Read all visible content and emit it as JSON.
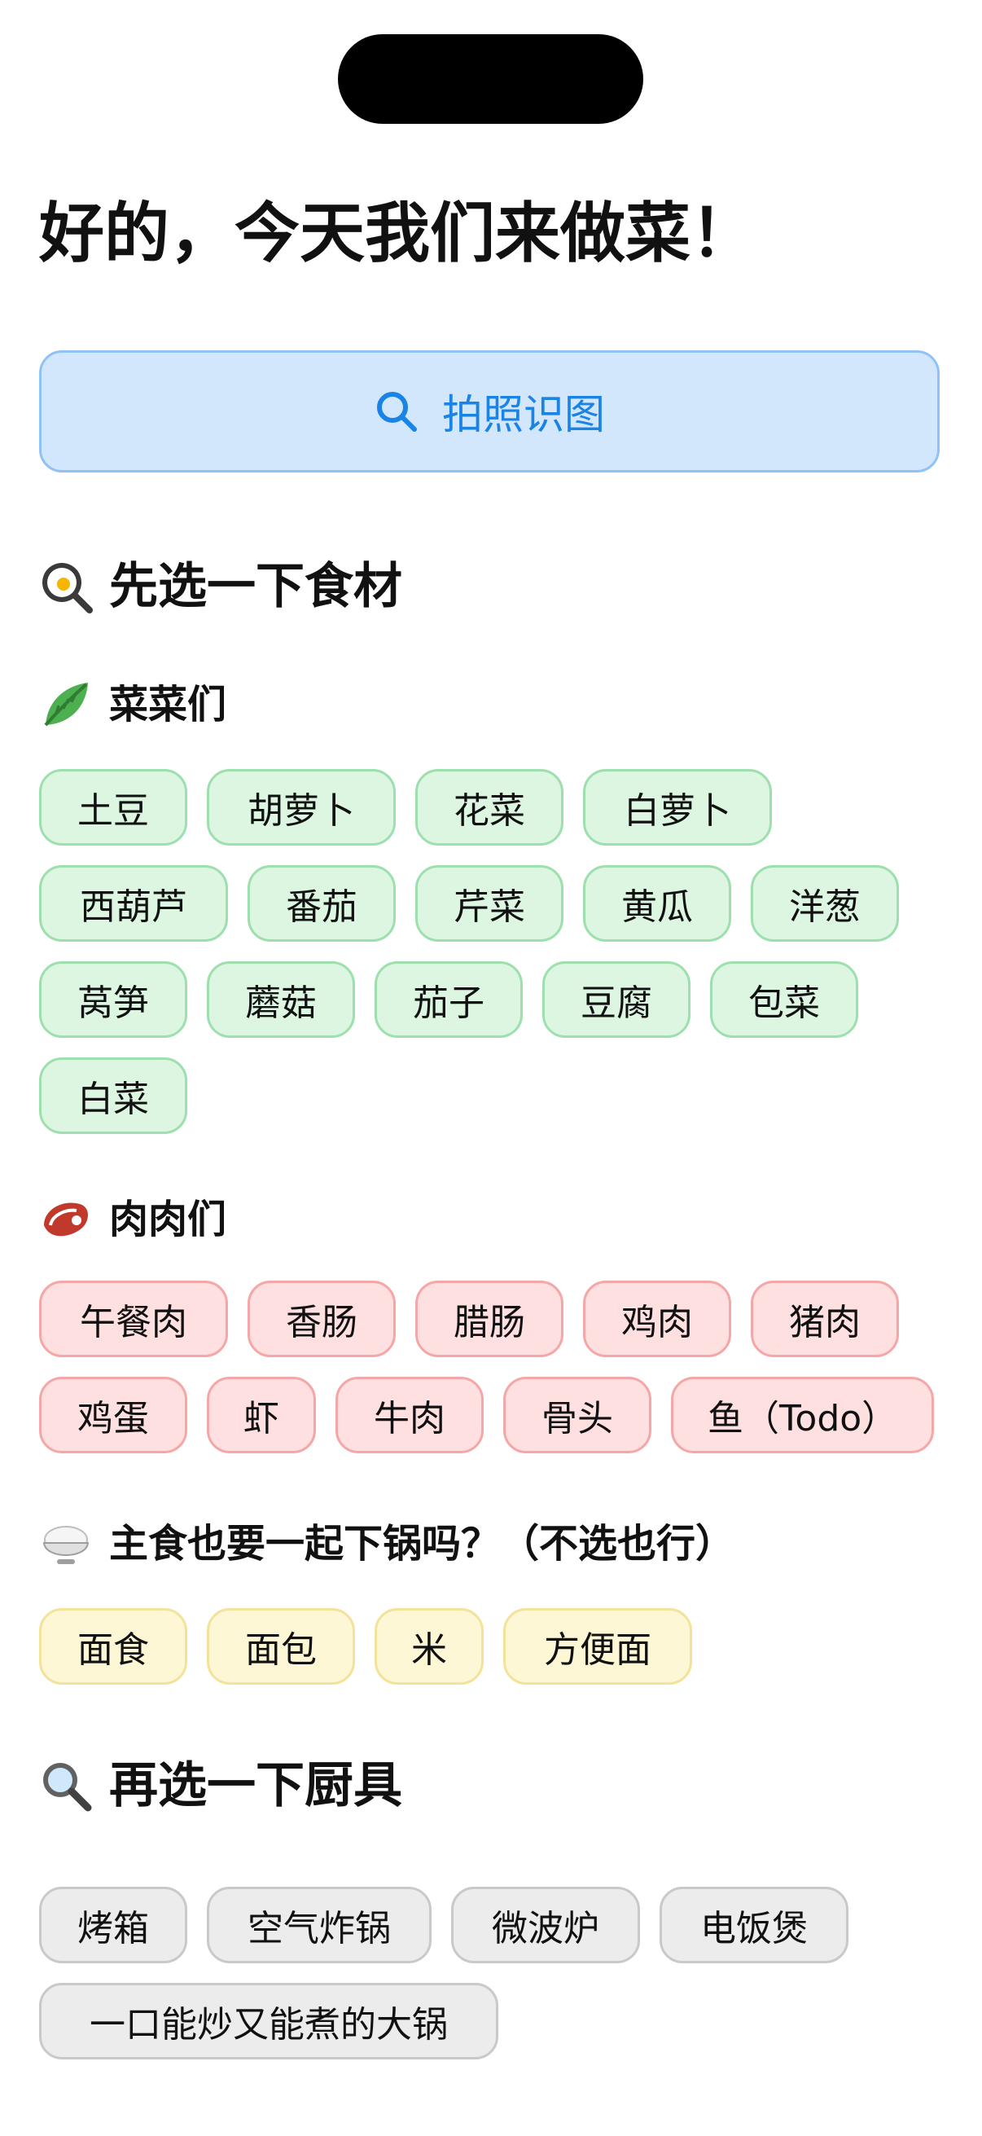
{
  "title": "好的，今天我们来做菜！",
  "scan_button": {
    "label": "拍照识图",
    "icon": "search-icon",
    "color": "#1a84e6"
  },
  "ingredients_section": {
    "title": "先选一下食材",
    "icon": "frying-pan-emoji",
    "vegetables": {
      "title": "菜菜们",
      "icon": "leafy-green-emoji",
      "items": [
        "土豆",
        "胡萝卜",
        "花菜",
        "白萝卜",
        "西葫芦",
        "番茄",
        "芹菜",
        "黄瓜",
        "洋葱",
        "莴笋",
        "蘑菇",
        "茄子",
        "豆腐",
        "包菜",
        "白菜"
      ]
    },
    "meats": {
      "title": "肉肉们",
      "icon": "steak-emoji",
      "items": [
        "午餐肉",
        "香肠",
        "腊肠",
        "鸡肉",
        "猪肉",
        "鸡蛋",
        "虾",
        "牛肉",
        "骨头",
        "鱼（Todo）"
      ]
    },
    "staples": {
      "title": "主食也要一起下锅吗？（不选也行）",
      "icon": "rice-bowl-emoji",
      "items": [
        "面食",
        "面包",
        "米",
        "方便面"
      ]
    }
  },
  "tools_section": {
    "title": "再选一下厨具",
    "icon": "magnifier-emoji",
    "items": [
      "烤箱",
      "空气炸锅",
      "微波炉",
      "电饭煲",
      "一口能炒又能煮的大锅"
    ]
  },
  "colors": {
    "veg_bg": "#dcf6e2",
    "meat_bg": "#ffe0e0",
    "staple_bg": "#fdf7d6",
    "tool_bg": "#ececec"
  }
}
